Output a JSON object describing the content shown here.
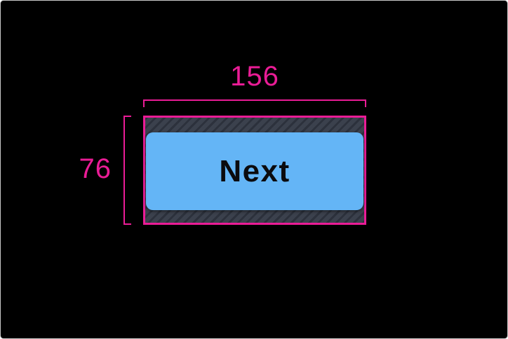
{
  "window": {
    "background": "#000000",
    "frame_border": "#c8c8c8"
  },
  "measurements": {
    "accent_color": "#ea1c96",
    "width_label": "156",
    "height_label": "76"
  },
  "tap_target": {
    "hatch_bg": "#3b414d",
    "hatch_stripe": "#2c313c"
  },
  "button": {
    "label": "Next",
    "background": "#64b5f6",
    "text_color": "#0b0b0e"
  }
}
